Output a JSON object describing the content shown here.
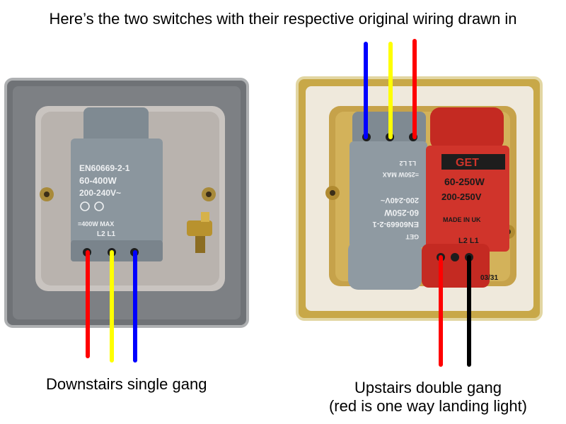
{
  "title": "Here’s the two switches with their respective original wiring drawn in",
  "captions": {
    "left": "Downstairs single gang",
    "right_line1": "Upstairs double gang",
    "right_line2": "(red is one way landing light)"
  },
  "left_dimmer": {
    "standard": "EN60669-2-1",
    "wattage": "60-400W",
    "voltage": "200-240V~",
    "max": "=400W MAX",
    "terminals": "L2   L1"
  },
  "right_grey_dimmer": {
    "standard": "EN60669-2-1",
    "wattage": "60-250W",
    "voltage": "200-240V~",
    "max": "=250W MAX",
    "terminals": "L1    L2",
    "brand": "GET"
  },
  "right_red_dimmer": {
    "brand": "GET",
    "wattage": "60-250W",
    "voltage": "200-250V",
    "made_in": "MADE IN UK",
    "terminals": "L2  L1",
    "date": "03/31"
  },
  "wire_colors": {
    "red": "#ff0000",
    "yellow": "#ffff00",
    "blue": "#0000ff",
    "black": "#000000"
  }
}
